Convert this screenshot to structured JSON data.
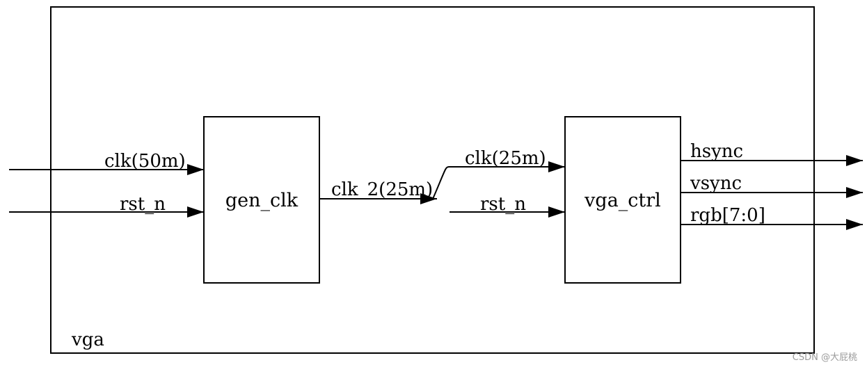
{
  "diagram": {
    "top_module": {
      "label": "vga"
    },
    "blocks": {
      "gen_clk": {
        "label": "gen_clk"
      },
      "vga_ctrl": {
        "label": "vga_ctrl"
      }
    },
    "signals": {
      "clk_in": "clk(50m)",
      "rst_n_in": "rst_n",
      "clk_2_out": "clk_2(25m)",
      "clk_25m_in": "clk(25m)",
      "rst_n_ctrl": "rst_n",
      "hsync": "hsync",
      "vsync": "vsync",
      "rgb": "rgb[7:0]"
    },
    "watermark": "CSDN @大屁桃",
    "colors": {
      "line": "#000000",
      "background": "#ffffff",
      "watermark": "#9a9a9a"
    }
  }
}
